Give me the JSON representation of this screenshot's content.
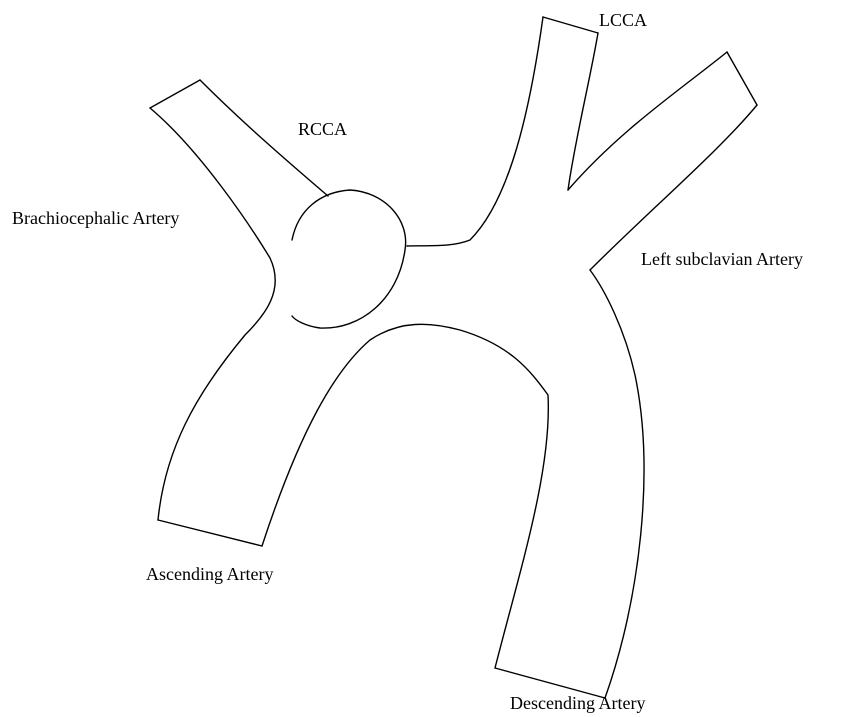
{
  "diagram": {
    "line_color": "#000000",
    "background": "#ffffff",
    "labels": {
      "rcca": "RCCA",
      "lcca": "LCCA",
      "brachiocephalic": "Brachiocephalic Artery",
      "left_subclavian": "Left subclavian Artery",
      "ascending": "Ascending Artery",
      "descending": "Descending Artery"
    }
  }
}
